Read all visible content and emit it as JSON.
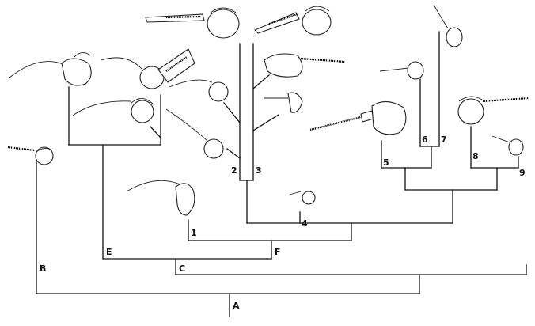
{
  "diagram": {
    "node_labels": {
      "A": "A",
      "B": "B",
      "C": "C",
      "E": "E",
      "F": "F"
    },
    "taxa_labels": [
      "1",
      "2",
      "3",
      "4",
      "5",
      "6",
      "7",
      "8",
      "9"
    ]
  }
}
